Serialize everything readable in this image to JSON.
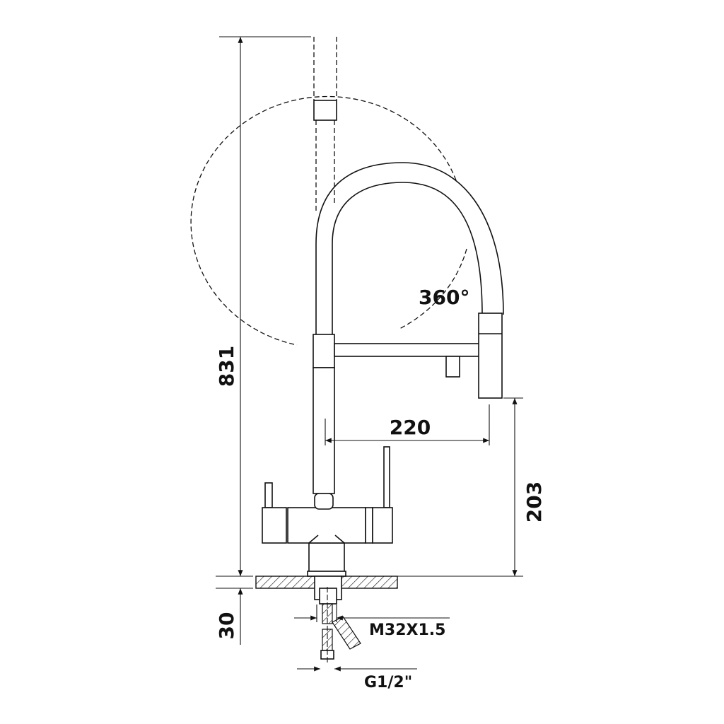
{
  "drawing": {
    "title": "Faucet dimension drawing",
    "dimensions": {
      "total_height": "831",
      "rotation": "360°",
      "reach": "220",
      "spout_height": "203",
      "countertop_thickness": "30",
      "thread": "M32X1.5",
      "connection": "G1/2\""
    },
    "colors": {
      "line": "#111111",
      "background": "#ffffff"
    }
  }
}
